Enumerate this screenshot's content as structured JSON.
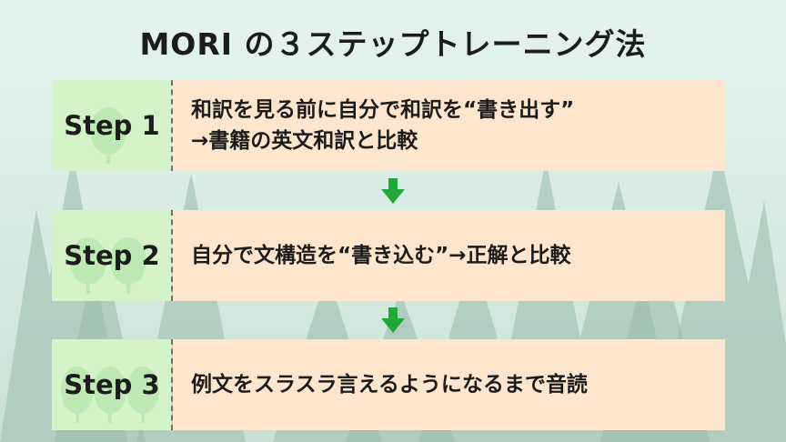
{
  "title": "MORI の３ステップトレーニング法",
  "colors": {
    "label_bg": "#d4f3c8",
    "text_bg": "#fde6cd",
    "arrow": "#22a83a",
    "tree_light": "#bfe9b4",
    "forest": "#9dbcae"
  },
  "steps": [
    {
      "label": "Step 1",
      "lines": [
        "和訳を見る前に自分で和訳を“書き出す”",
        "→書籍の英文和訳と比較"
      ],
      "trees": 1
    },
    {
      "label": "Step 2",
      "lines": [
        "自分で文構造を“書き込む”→正解と比較"
      ],
      "trees": 2
    },
    {
      "label": "Step 3",
      "lines": [
        "例文をスラスラ言えるようになるまで音読"
      ],
      "trees": 3
    }
  ],
  "arrow_icon": "down-arrow-icon"
}
